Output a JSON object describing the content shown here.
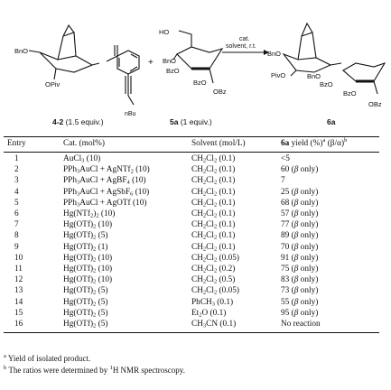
{
  "scheme": {
    "reagent1_labels": {
      "bno": "BnO",
      "opiv": "OPiv",
      "nbu": "nBu",
      "plus": "+"
    },
    "reagent1_caption": {
      "id": "4-2",
      "amount": "(1.5 equiv.)"
    },
    "reagent2_labels": {
      "ho": "HO",
      "bno": "BnO",
      "bzo1": "BzO",
      "bzo2": "BzO",
      "obz": "OBz"
    },
    "reagent2_caption": {
      "id": "5a",
      "amount": "(1 equiv.)"
    },
    "arrow_top": "cat.",
    "arrow_bottom": "solvent, r.t.",
    "product_labels": {
      "bno": "BnO",
      "pivo": "PivO",
      "bno2": "BnO",
      "bzo1": "BzO",
      "bzo2": "BzO",
      "obz": "OBz"
    },
    "product_caption": {
      "id": "6a"
    }
  },
  "table": {
    "headers": {
      "entry": "Entry",
      "cat": "Cat. (mol%)",
      "solvent": "Solvent (mol/L)",
      "yield_id": "6a",
      "yield_rest": " yield (%)",
      "yield_sup": "a",
      "ratio": " (β/α)",
      "ratio_sup": "b"
    },
    "rows": [
      {
        "entry": "1",
        "cat": "AuCl<sub>3</sub> (10)",
        "solvent": "CH<sub>2</sub>Cl<sub>2</sub> (0.1)",
        "yield": "&lt;5"
      },
      {
        "entry": "2",
        "cat": "PPh<sub>3</sub>AuCl + AgNTf<sub>2</sub> (10)",
        "solvent": "CH<sub>2</sub>Cl<sub>2</sub> (0.1)",
        "yield": "60 (<i>β</i> only)"
      },
      {
        "entry": "3",
        "cat": "PPh<sub>3</sub>AuCl + AgBF<sub>4</sub> (10)",
        "solvent": "CH<sub>2</sub>Cl<sub>2</sub> (0.1)",
        "yield": "7"
      },
      {
        "entry": "4",
        "cat": "PPh<sub>3</sub>AuCl + AgSbF<sub>6</sub> (10)",
        "solvent": "CH<sub>2</sub>Cl<sub>2</sub> (0.1)",
        "yield": "25 (<i>β</i> only)"
      },
      {
        "entry": "5",
        "cat": "PPh<sub>3</sub>AuCl + AgOTf (10)",
        "solvent": "CH<sub>2</sub>Cl<sub>2</sub> (0.1)",
        "yield": "68 (<i>β</i> only)"
      },
      {
        "entry": "6",
        "cat": "Hg(NTf<sub>2</sub>)<sub>2</sub> (10)",
        "solvent": "CH<sub>2</sub>Cl<sub>2</sub> (0.1)",
        "yield": "57 (<i>β</i> only)"
      },
      {
        "entry": "7",
        "cat": "Hg(OTf)<sub>2</sub> (10)",
        "solvent": "CH<sub>2</sub>Cl<sub>2</sub> (0.1)",
        "yield": "77 (<i>β</i> only)"
      },
      {
        "entry": "8",
        "cat": "Hg(OTf)<sub>2</sub> (5)",
        "solvent": "CH<sub>2</sub>Cl<sub>2</sub> (0.1)",
        "yield": "89 (<i>β</i> only)"
      },
      {
        "entry": "9",
        "cat": "Hg(OTf)<sub>2</sub> (1)",
        "solvent": "CH<sub>2</sub>Cl<sub>2</sub> (0.1)",
        "yield": "70 (<i>β</i> only)"
      },
      {
        "entry": "10",
        "cat": "Hg(OTf)<sub>2</sub> (10)",
        "solvent": "CH<sub>2</sub>Cl<sub>2</sub> (0.05)",
        "yield": "91 (<i>β</i> only)"
      },
      {
        "entry": "11",
        "cat": "Hg(OTf)<sub>2</sub> (10)",
        "solvent": "CH<sub>2</sub>Cl<sub>2</sub> (0.2)",
        "yield": "75 (<i>β</i> only)"
      },
      {
        "entry": "12",
        "cat": "Hg(OTf)<sub>2</sub> (10)",
        "solvent": "CH<sub>2</sub>Cl<sub>2</sub> (0.5)",
        "yield": "83 (<i>β</i> only)"
      },
      {
        "entry": "13",
        "cat": "Hg(OTf)<sub>2</sub> (5)",
        "solvent": "CH<sub>2</sub>Cl<sub>2</sub> (0.05)",
        "yield": "73 (<i>β</i> only)"
      },
      {
        "entry": "14",
        "cat": "Hg(OTf)<sub>2</sub> (5)",
        "solvent": "PhCH<sub>3</sub> (0.1)",
        "yield": "55 (<i>β</i> only)"
      },
      {
        "entry": "15",
        "cat": "Hg(OTf)<sub>2</sub> (5)",
        "solvent": "Et<sub>2</sub>O (0.1)",
        "yield": "95 (<i>β</i> only)"
      },
      {
        "entry": "16",
        "cat": "Hg(OTf)<sub>2</sub> (5)",
        "solvent": "CH<sub>3</sub>CN (0.1)",
        "yield": "No reaction"
      }
    ]
  },
  "footnotes": [
    {
      "mark": "a",
      "text": "Yield of isolated product."
    },
    {
      "mark": "b",
      "text": "The ratios were determined by <sup>1</sup>H NMR spectroscopy."
    }
  ]
}
